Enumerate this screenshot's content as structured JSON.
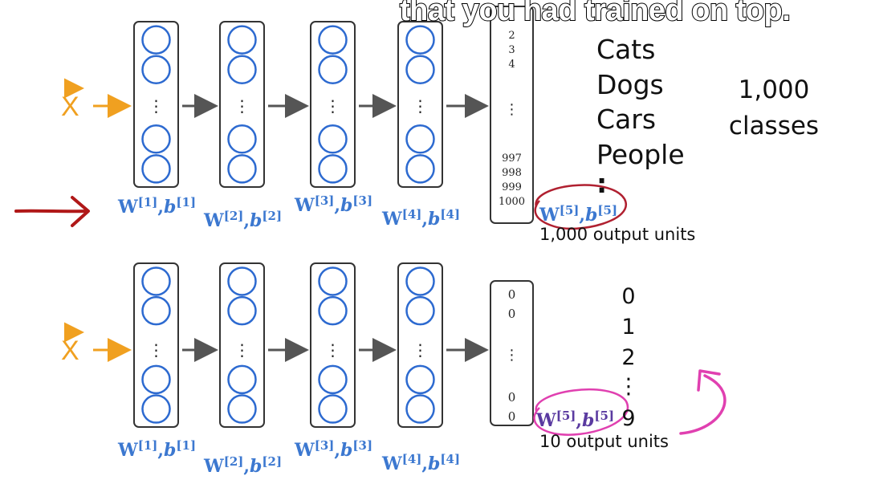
{
  "caption": "that you had trained on top.",
  "input_label": "X",
  "colors": {
    "input": "#f0a020",
    "weights": "#3c78d0",
    "neuron": "#2d6ad0",
    "layer_box": "#333333",
    "arrow_gray": "#555555",
    "red_arrow": "#b01818",
    "red_circle": "#b02030",
    "magenta": "#e040b0",
    "purple_weights": "#5a3aa0"
  },
  "top_network": {
    "weight_labels": [
      {
        "W": "W",
        "exp": "[1]",
        "b": "b",
        "bexp": "[1]",
        "sep": ","
      },
      {
        "W": "W",
        "exp": "[2]",
        "b": "b",
        "bexp": "[2]",
        "sep": ","
      },
      {
        "W": "W",
        "exp": "[3]",
        "b": "b",
        "bexp": "[3]",
        "sep": ","
      },
      {
        "W": "W",
        "exp": "[4]",
        "b": "b",
        "bexp": "[4]",
        "sep": ","
      },
      {
        "W": "W",
        "exp": "[5]",
        "b": "b",
        "bexp": "[5]",
        "sep": ","
      }
    ],
    "output_values_top": [
      "2",
      "3",
      "4"
    ],
    "output_ellipsis": "⋮",
    "output_values_bottom": [
      "997",
      "998",
      "999",
      "1000"
    ],
    "classes": [
      "Cats",
      "Dogs",
      "Cars",
      "People",
      ":"
    ],
    "count_label_line1": "1,000",
    "count_label_line2": "classes",
    "output_units": "1,000 output units"
  },
  "bottom_network": {
    "weight_labels": [
      {
        "W": "W",
        "exp": "[1]",
        "b": "b",
        "bexp": "[1]",
        "sep": ","
      },
      {
        "W": "W",
        "exp": "[2]",
        "b": "b",
        "bexp": "[2]",
        "sep": ","
      },
      {
        "W": "W",
        "exp": "[3]",
        "b": "b",
        "bexp": "[3]",
        "sep": ","
      },
      {
        "W": "W",
        "exp": "[4]",
        "b": "b",
        "bexp": "[4]",
        "sep": ","
      },
      {
        "W": "W",
        "exp": "[5]",
        "b": "b",
        "bexp": "[5]",
        "sep": ","
      }
    ],
    "output_values_top": [
      "0",
      "0"
    ],
    "output_ellipsis": "⋮",
    "output_values_bottom": [
      "0",
      "0"
    ],
    "classes": [
      "0",
      "1",
      "2",
      "⋮",
      "9"
    ],
    "output_units": "10 output units"
  },
  "hidden_ellipsis": "⋮"
}
